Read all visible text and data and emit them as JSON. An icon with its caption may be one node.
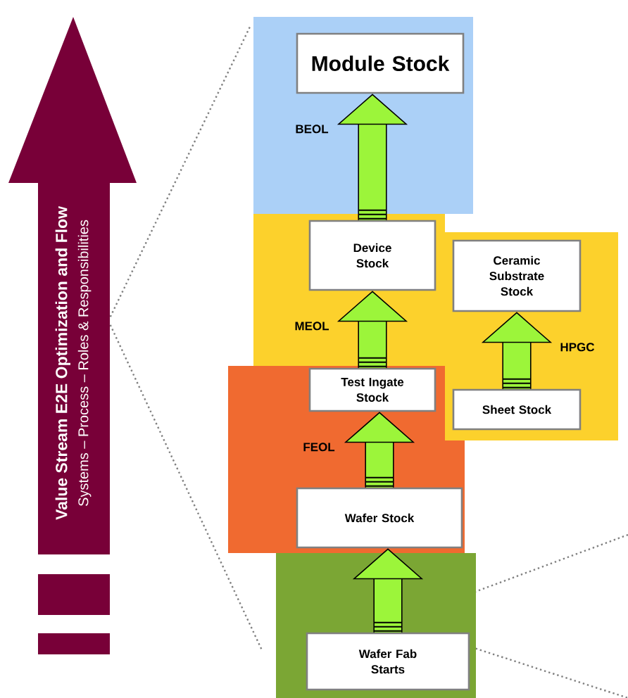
{
  "diagram": {
    "nodes": [
      {
        "text": [
          "Value Stream E2E Optimization and Flow",
          "Systems – Process – Roles & Responsibilities"
        ]
      },
      {
        "text": [],
        "shape": "box"
      },
      {
        "text": [
          "Module Stock"
        ],
        "in": 1
      },
      {
        "text": [],
        "shape": "box"
      },
      {
        "text": [
          "Device Stock"
        ],
        "in": 3
      },
      {
        "text": [],
        "shape": "box"
      },
      {
        "text": [
          "Ceramic Substrate Stock"
        ],
        "in": 5
      },
      {
        "text": [
          "Sheet Stock"
        ],
        "in": 5
      },
      {
        "text": [],
        "shape": "box"
      },
      {
        "text": [
          "Test Ingate Stock"
        ],
        "in": 8
      },
      {
        "text": [
          "Wafer Stock"
        ],
        "in": 8
      },
      {
        "text": [],
        "shape": "box"
      },
      {
        "text": [
          "Wafer Fab Starts"
        ],
        "in": 11
      }
    ],
    "edges": [
      {
        "from": 12,
        "to": 10,
        "arrow": "to"
      },
      {
        "from": 10,
        "to": 9,
        "arrow": "to",
        "label": "FEOL"
      },
      {
        "from": 9,
        "to": 4,
        "arrow": "to",
        "label": "MEOL"
      },
      {
        "from": 4,
        "to": 2,
        "arrow": "to",
        "label": "BEOL"
      },
      {
        "from": 7,
        "to": 6,
        "arrow": "to",
        "label": "HPGC"
      }
    ]
  }
}
